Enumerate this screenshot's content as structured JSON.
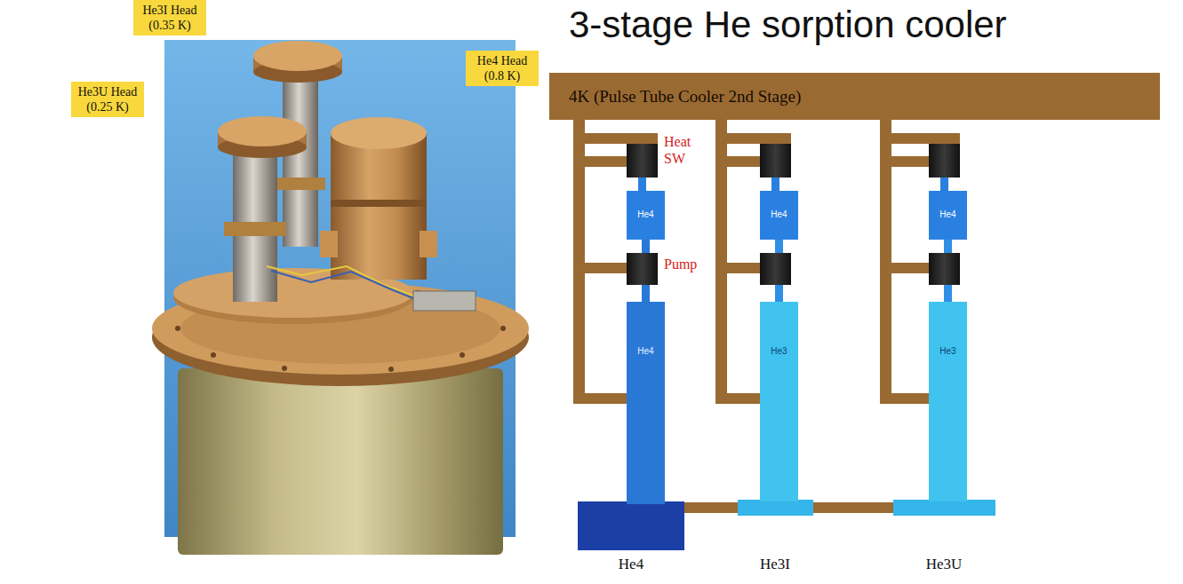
{
  "diagram": {
    "title": "3-stage He sorption cooler",
    "nodes": [
      {
        "text": [
          "He3I Head (0.35 K)"
        ]
      },
      {
        "text": [
          "He4 Head (0.8 K)"
        ]
      },
      {
        "text": [
          "He3U Head (0.25 K)"
        ]
      },
      {
        "text": [
          "4K (Pulse Tube Cooler 2nd Stage)"
        ]
      },
      {
        "text": [
          "He4"
        ]
      },
      {
        "text": [
          "He4"
        ]
      },
      {
        "text": [
          "He4"
        ]
      },
      {
        "text": [
          "He4"
        ]
      },
      {
        "text": [
          "He3"
        ]
      },
      {
        "text": [
          "He3"
        ]
      }
    ],
    "edges": [
      {
        "from": 4,
        "to": 7,
        "arrow": "none"
      },
      {
        "from": 5,
        "to": 8,
        "arrow": "none"
      },
      {
        "from": 6,
        "to": 9,
        "arrow": "none"
      }
    ],
    "labels": [
      "Heat SW",
      "Pump",
      "He4",
      "He3I",
      "He3U"
    ]
  }
}
